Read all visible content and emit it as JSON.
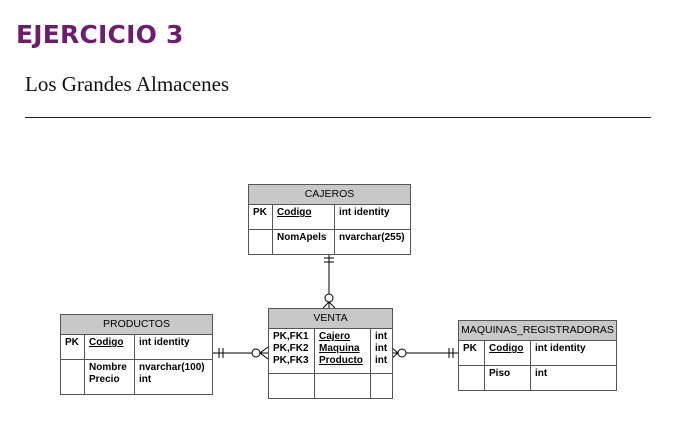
{
  "header": {
    "exercise": "EJERCICIO 3",
    "subtitle": "Los Grandes Almacenes"
  },
  "colors": {
    "title": "#6b1f6b",
    "entity_header": "#c8c8c8"
  },
  "entities": {
    "cajeros": {
      "name": "CAJEROS",
      "rows": [
        {
          "key": "PK",
          "fields": [
            "Codigo"
          ],
          "types": [
            "int identity"
          ]
        },
        {
          "key": "",
          "fields": [
            "NomApels"
          ],
          "types": [
            "nvarchar(255)"
          ]
        }
      ]
    },
    "productos": {
      "name": "PRODUCTOS",
      "rows": [
        {
          "key": "PK",
          "fields": [
            "Codigo"
          ],
          "types": [
            "int identity"
          ]
        },
        {
          "key": "",
          "fields": [
            "Nombre",
            "Precio"
          ],
          "types": [
            "nvarchar(100)",
            "int"
          ]
        }
      ]
    },
    "venta": {
      "name": "VENTA",
      "rows": [
        {
          "keys": [
            "PK,FK1",
            "PK,FK2",
            "PK,FK3"
          ],
          "fields": [
            "Cajero",
            "Maquina",
            "Producto"
          ],
          "types": [
            "int",
            "int",
            "int"
          ]
        },
        {
          "key": "",
          "fields": [],
          "types": []
        }
      ]
    },
    "maquinas": {
      "name": "MAQUINAS_REGISTRADORAS",
      "rows": [
        {
          "key": "PK",
          "fields": [
            "Codigo"
          ],
          "types": [
            "int identity"
          ]
        },
        {
          "key": "",
          "fields": [
            "Piso"
          ],
          "types": [
            "int"
          ]
        }
      ]
    }
  }
}
